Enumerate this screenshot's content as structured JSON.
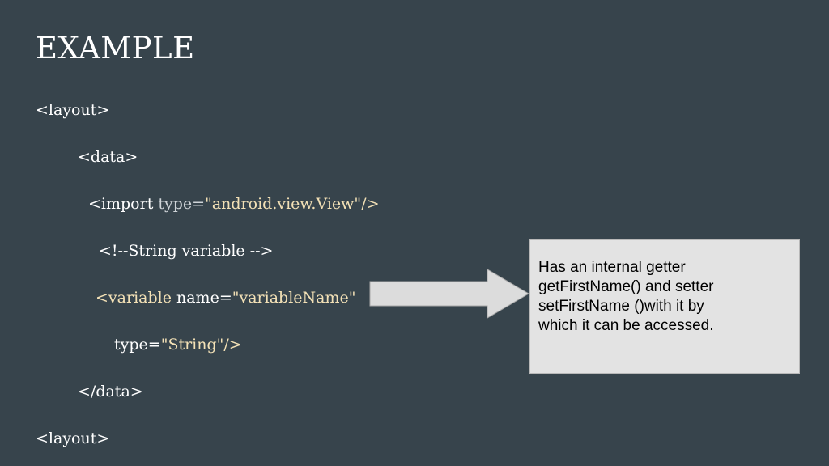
{
  "slide": {
    "title": "EXAMPLE",
    "code": {
      "line1": "<layout>",
      "line2": "<data>",
      "line3_tag": "<import",
      "line3_attr": " type=",
      "line3_value": "\"android.view.View\"/>",
      "line4": "<!--String variable -->",
      "line5_tag": "<variable",
      "line5_attr": " name=",
      "line5_value": "\"variableName\"",
      "line6_attr": "type=",
      "line6_value": "\"String\"/>",
      "line7": "</data>",
      "line8": "<layout>"
    },
    "note": {
      "lines": [
        "Has an internal getter",
        "getFirstName() and setter",
        "setFirstName ()with it by",
        "which it can be accessed."
      ]
    },
    "colors": {
      "background": "#37444c",
      "code_text": "#ffffff",
      "code_highlight": "#f3e1b6",
      "note_background": "#e3e3e3",
      "arrow_fill": "#dcdcdc"
    }
  }
}
